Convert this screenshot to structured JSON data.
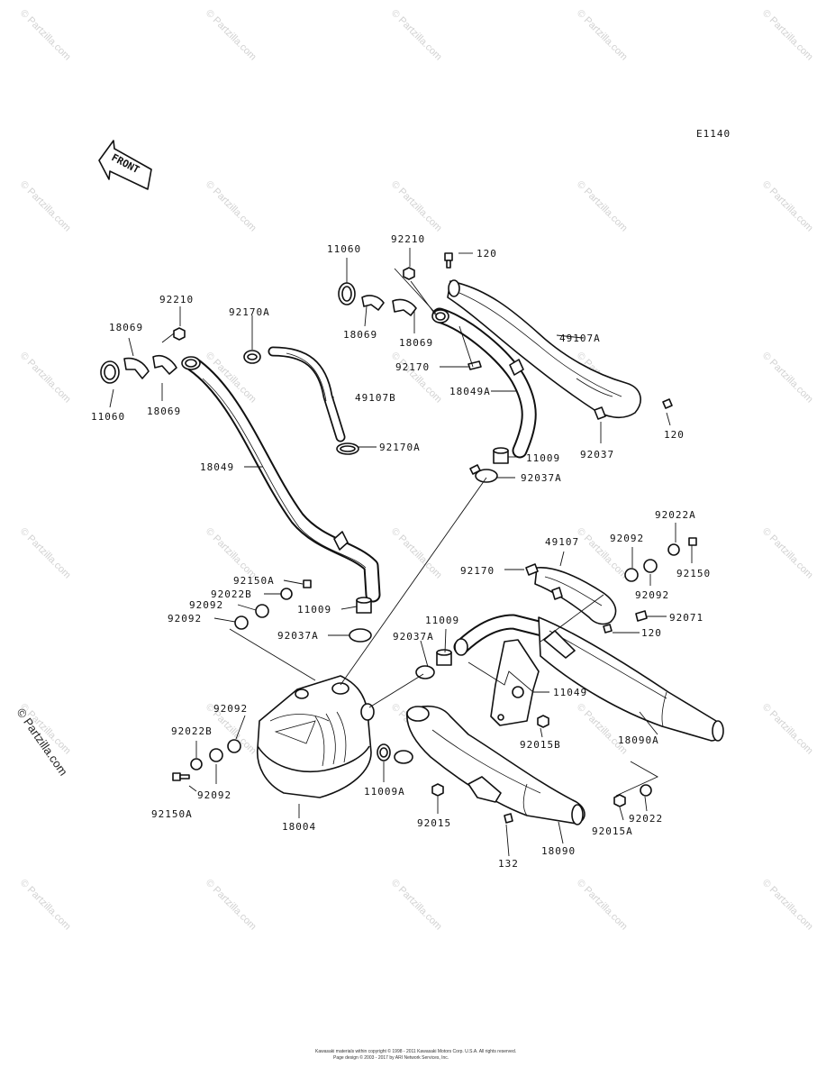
{
  "diagram_code": "E1140",
  "front_label": "FRONT",
  "side_watermark": "© Partzilla.com",
  "watermark_text": "© Partzilla.com",
  "copyright_lines": [
    "Kawasaki materials within copyright © 1998 - 2011 Kawasaki Motors Corp. U.S.A. All rights reserved.",
    "Page design © 2003 - 2017 by ARI Network Services, Inc."
  ],
  "callouts": {
    "c11060_l": "11060",
    "c18069_l": "18069",
    "c18069_l2": "18069",
    "c92210_l": "92210",
    "c92170a_t": "92170A",
    "c49107b": "49107B",
    "c92170a_b": "92170A",
    "c18049": "18049",
    "c11060_r": "11060",
    "c92210_r": "92210",
    "c120_t": "120",
    "c18069_r1": "18069",
    "c18069_r2": "18069",
    "c92170": "92170",
    "c18049a": "18049A",
    "c49107a": "49107A",
    "c120_r": "120",
    "c92037": "92037",
    "c11009_r": "11009",
    "c92037a_r": "92037A",
    "c92150a_t": "92150A",
    "c92022b_t": "92022B",
    "c92092_a": "92092",
    "c92092_b": "92092",
    "c11009_m": "11009",
    "c92037a_m": "92037A",
    "c11009_c": "11009",
    "c92037a_c": "92037A",
    "c92092_c": "92092",
    "c92022b_b": "92022B",
    "c92092_d": "92092",
    "c92150a_b": "92150A",
    "c18004": "18004",
    "c11009a": "11009A",
    "c92015": "92015",
    "c132": "132",
    "c18090": "18090",
    "c92015a": "92015A",
    "c92022": "92022",
    "c18090a": "18090A",
    "c92015b": "92015B",
    "c11049": "11049",
    "c120_m": "120",
    "c92071": "92071",
    "c92092_e": "92092",
    "c92170_m": "92170",
    "c49107": "49107",
    "c92092_f": "92092",
    "c92022a": "92022A",
    "c92150": "92150"
  }
}
